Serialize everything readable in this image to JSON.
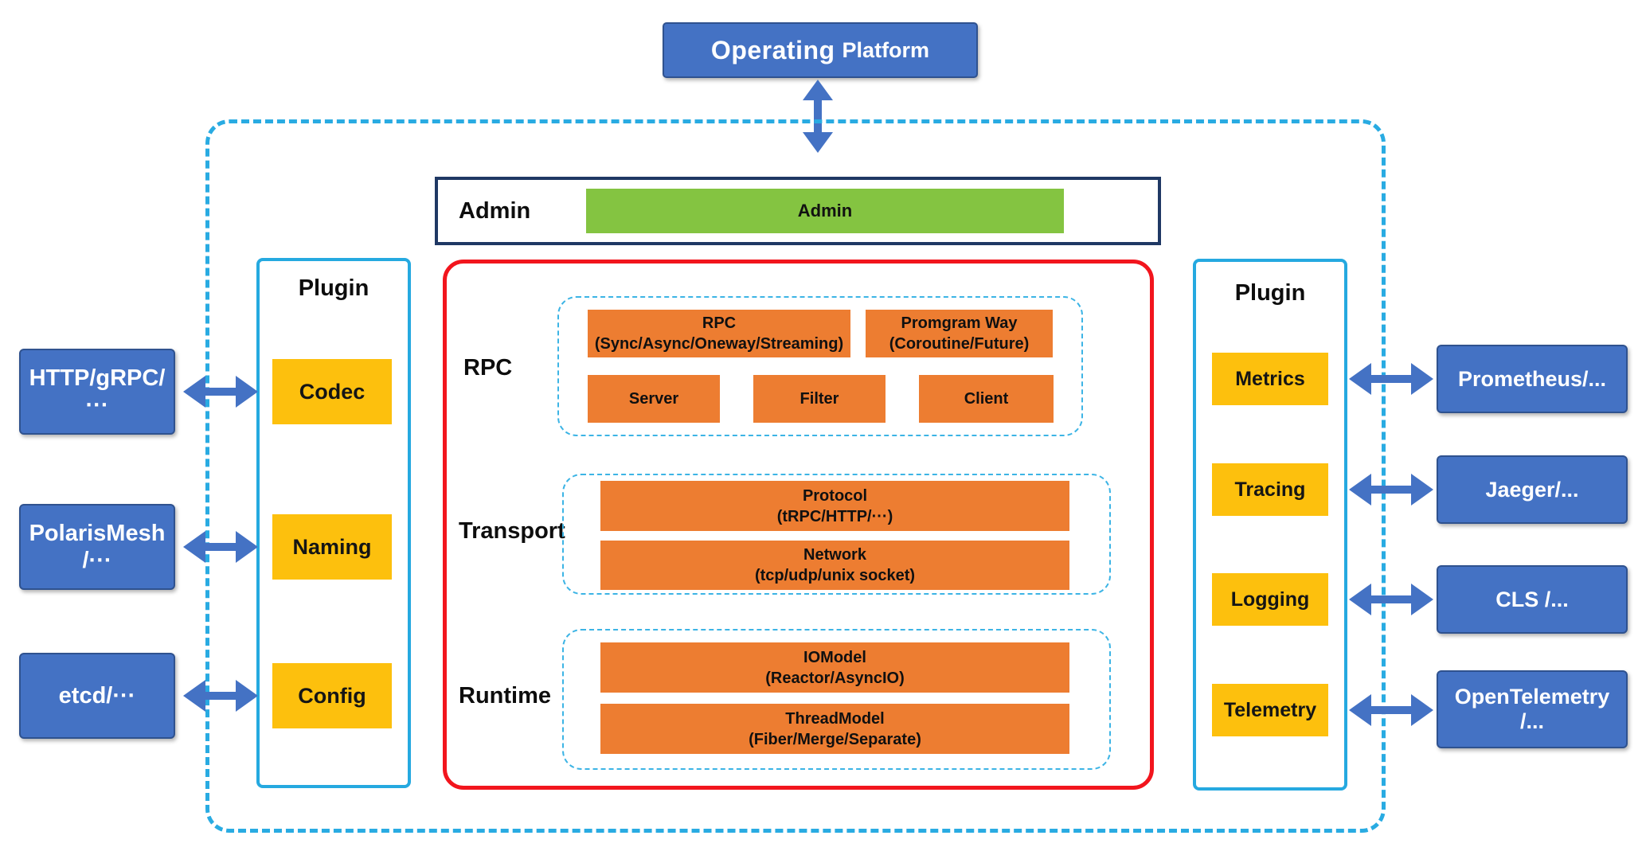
{
  "op_platform": {
    "part1": "Operating",
    "part2": "Platform"
  },
  "admin": {
    "label": "Admin",
    "bar_label": "Admin"
  },
  "core": {
    "rpc": {
      "label": "RPC",
      "boxes": [
        {
          "line1": "RPC",
          "line2": "(Sync/Async/Oneway/Streaming)"
        },
        {
          "line1": "Promgram Way",
          "line2": "(Coroutine/Future)"
        },
        {
          "line1": "Server"
        },
        {
          "line1": "Filter"
        },
        {
          "line1": "Client"
        }
      ]
    },
    "transport": {
      "label": "Transport",
      "boxes": [
        {
          "line1": "Protocol",
          "line2": "(tRPC/HTTP/···)"
        },
        {
          "line1": "Network",
          "line2": "(tcp/udp/unix socket)"
        }
      ]
    },
    "runtime": {
      "label": "Runtime",
      "boxes": [
        {
          "line1": "IOModel",
          "line2": "(Reactor/AsyncIO)"
        },
        {
          "line1": "ThreadModel",
          "line2": "(Fiber/Merge/Separate)"
        }
      ]
    }
  },
  "plugins": {
    "left": {
      "title": "Plugin",
      "items": [
        "Codec",
        "Naming",
        "Config"
      ]
    },
    "right": {
      "title": "Plugin",
      "items": [
        "Metrics",
        "Tracing",
        "Logging",
        "Telemetry"
      ]
    }
  },
  "external": {
    "left": [
      {
        "line1": "HTTP/gRPC/",
        "line2": "···"
      },
      {
        "line1": "PolarisMesh",
        "line2": "/···"
      },
      {
        "line1": "etcd/···",
        "line2": ""
      }
    ],
    "right": [
      {
        "line1": "Prometheus/...",
        "line2": ""
      },
      {
        "line1": "Jaeger/...",
        "line2": ""
      },
      {
        "line1": "CLS /...",
        "line2": ""
      },
      {
        "line1": "OpenTelemetry",
        "line2": "/..."
      }
    ]
  },
  "colors": {
    "node_blue": "#4472C4",
    "node_blue_border": "#2F528F",
    "accent_yellow": "#FDC00D",
    "accent_orange": "#ED7D31",
    "accent_green": "#84C441",
    "boundary_cyan": "#29ABE2",
    "core_red": "#F2151D",
    "admin_navy": "#1F3864",
    "arrow_blue": "#4472C4"
  }
}
